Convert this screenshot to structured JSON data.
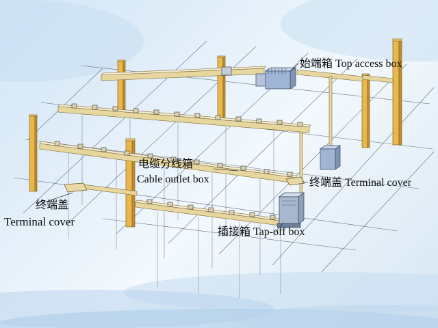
{
  "diagram": "busway-distribution-system",
  "labels": {
    "top_access_box": "始端箱 Top access box",
    "cable_outlet_cn": "电缆分线箱",
    "cable_outlet_en": "Cable outlet box",
    "terminal_cover_right": "终端盖 Terminal cover",
    "terminal_cover_left_cn": "终端盖",
    "terminal_cover_left_en": "Terminal cover",
    "tap_off_box": "插接箱 Tap-off box"
  },
  "colors": {
    "background_top": "#d2e6f6",
    "background_bottom": "#d8e7f4",
    "column": "#e8b84d",
    "column_shade": "#bf8e2e",
    "rail": "#e8d69f",
    "rail_top": "#f5ecd2",
    "box_blue": "#9fb5d3",
    "box_blue_shade": "#7e96b6",
    "cover_tan": "#ead9a6",
    "line": "#55657a",
    "text": "#0a0a0a"
  }
}
